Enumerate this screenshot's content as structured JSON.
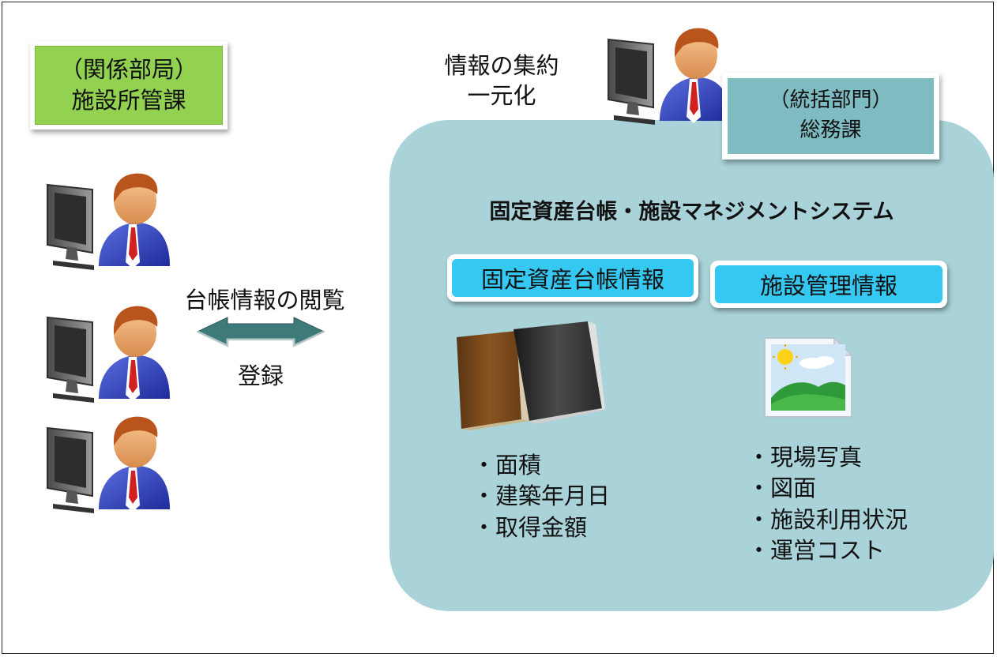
{
  "left_department": {
    "line1": "（関係部局）",
    "line2": "施設所管課"
  },
  "arrow": {
    "top_label": "台帳情報の閲覧",
    "bottom_label": "登録"
  },
  "aggregation": {
    "line1": "情報の集約",
    "line2": "一元化"
  },
  "admin_department": {
    "line1": "（統括部門）",
    "line2": "総務課"
  },
  "system": {
    "title": "固定資産台帳・施設マネジメントシステム"
  },
  "ledger": {
    "label": "固定資産台帳情報",
    "items": [
      "・面積",
      "・建築年月日",
      "・取得金額"
    ]
  },
  "facility": {
    "label": "施設管理情報",
    "items": [
      "・現場写真",
      "・図面",
      "・施設利用状況",
      "・運営コスト"
    ]
  },
  "colors": {
    "green_box": "#93d150",
    "teal_region": "#a9d3d9",
    "teal_box": "#7fbcc2",
    "cyan_tag": "#35c8f2",
    "arrow": "#3e7a79"
  },
  "icons": [
    "person-at-computer-icon",
    "books-icon",
    "image-file-icon",
    "double-arrow-icon"
  ]
}
